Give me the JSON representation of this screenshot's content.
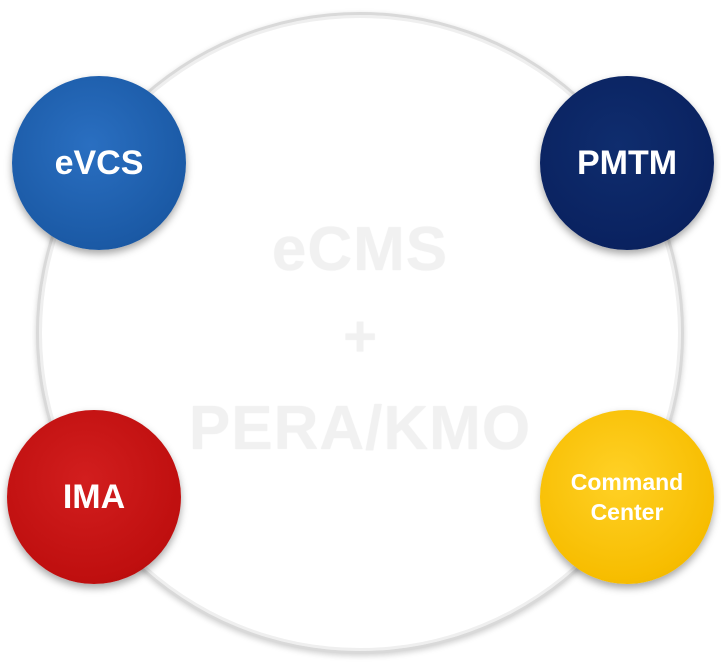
{
  "center": {
    "line1": "eCMS",
    "line2": "+",
    "line3": "PERA/KMO"
  },
  "nodes": [
    {
      "label": "eVCS",
      "color": "#1b5aa6"
    },
    {
      "label": "PMTM",
      "color": "#0a2260"
    },
    {
      "label": "IMA",
      "color": "#bf0f0f"
    },
    {
      "label": "Command\nCenter",
      "color": "#f7bd00"
    }
  ],
  "ring": {
    "border_color": "#d9d9d9"
  }
}
